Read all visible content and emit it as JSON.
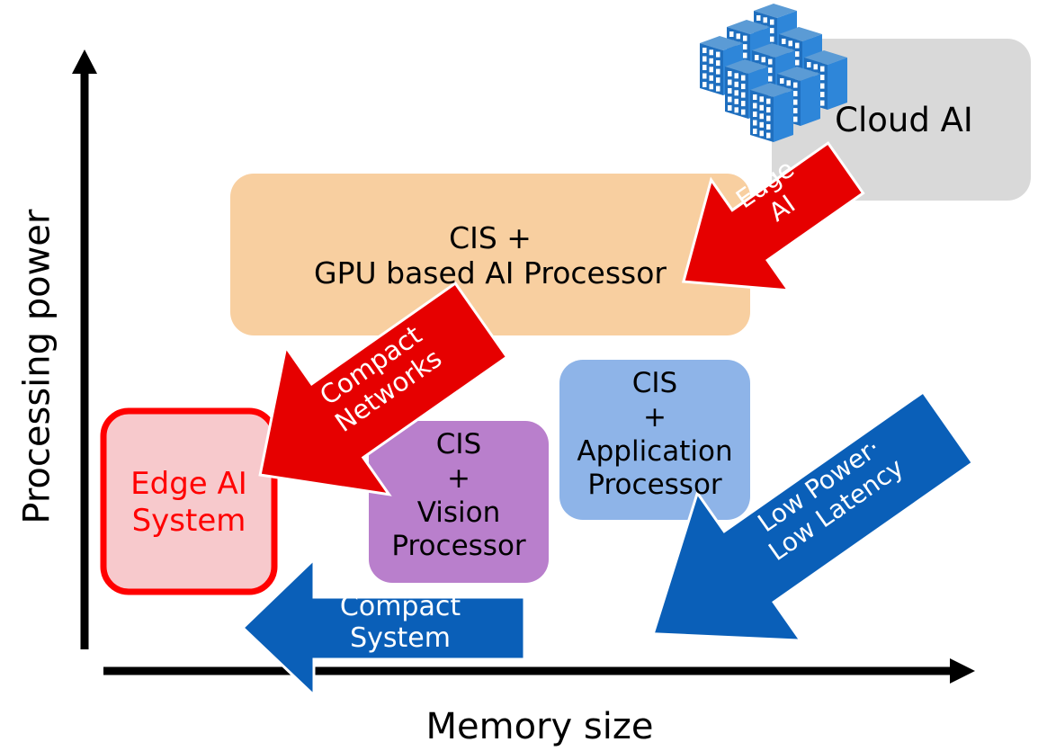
{
  "axes": {
    "x_label": "Memory size",
    "y_label": "Processing power"
  },
  "nodes": {
    "cloud": {
      "label": "Cloud AI",
      "icon": "server-rack-icon",
      "color": "#d9d9d9"
    },
    "gpu": {
      "line1": "CIS +",
      "line2": "GPU based AI Processor",
      "color": "#f8cfa0"
    },
    "app": {
      "line1": "CIS",
      "line2": "+",
      "line3": "Application",
      "line4": "Processor",
      "color": "#8eb4e8"
    },
    "vision": {
      "line1": "CIS",
      "line2": "+",
      "line3": "Vision",
      "line4": "Processor",
      "color": "#b97fcc"
    },
    "edge_system": {
      "line1": "Edge AI",
      "line2": "System",
      "color": "#f7c9cc",
      "border_color": "#ff0000"
    }
  },
  "arrows": {
    "edge_ai": {
      "line1": "Edge",
      "line2": "AI",
      "color": "#e60000"
    },
    "compact_networks": {
      "line1": "Compact",
      "line2": "Networks",
      "color": "#e60000"
    },
    "compact_system": {
      "line1": "Compact",
      "line2": "System",
      "color": "#0a5fb8"
    },
    "low_power": {
      "line1": "Low Power·",
      "line2": "Low Latency",
      "color": "#0a5fb8"
    }
  }
}
